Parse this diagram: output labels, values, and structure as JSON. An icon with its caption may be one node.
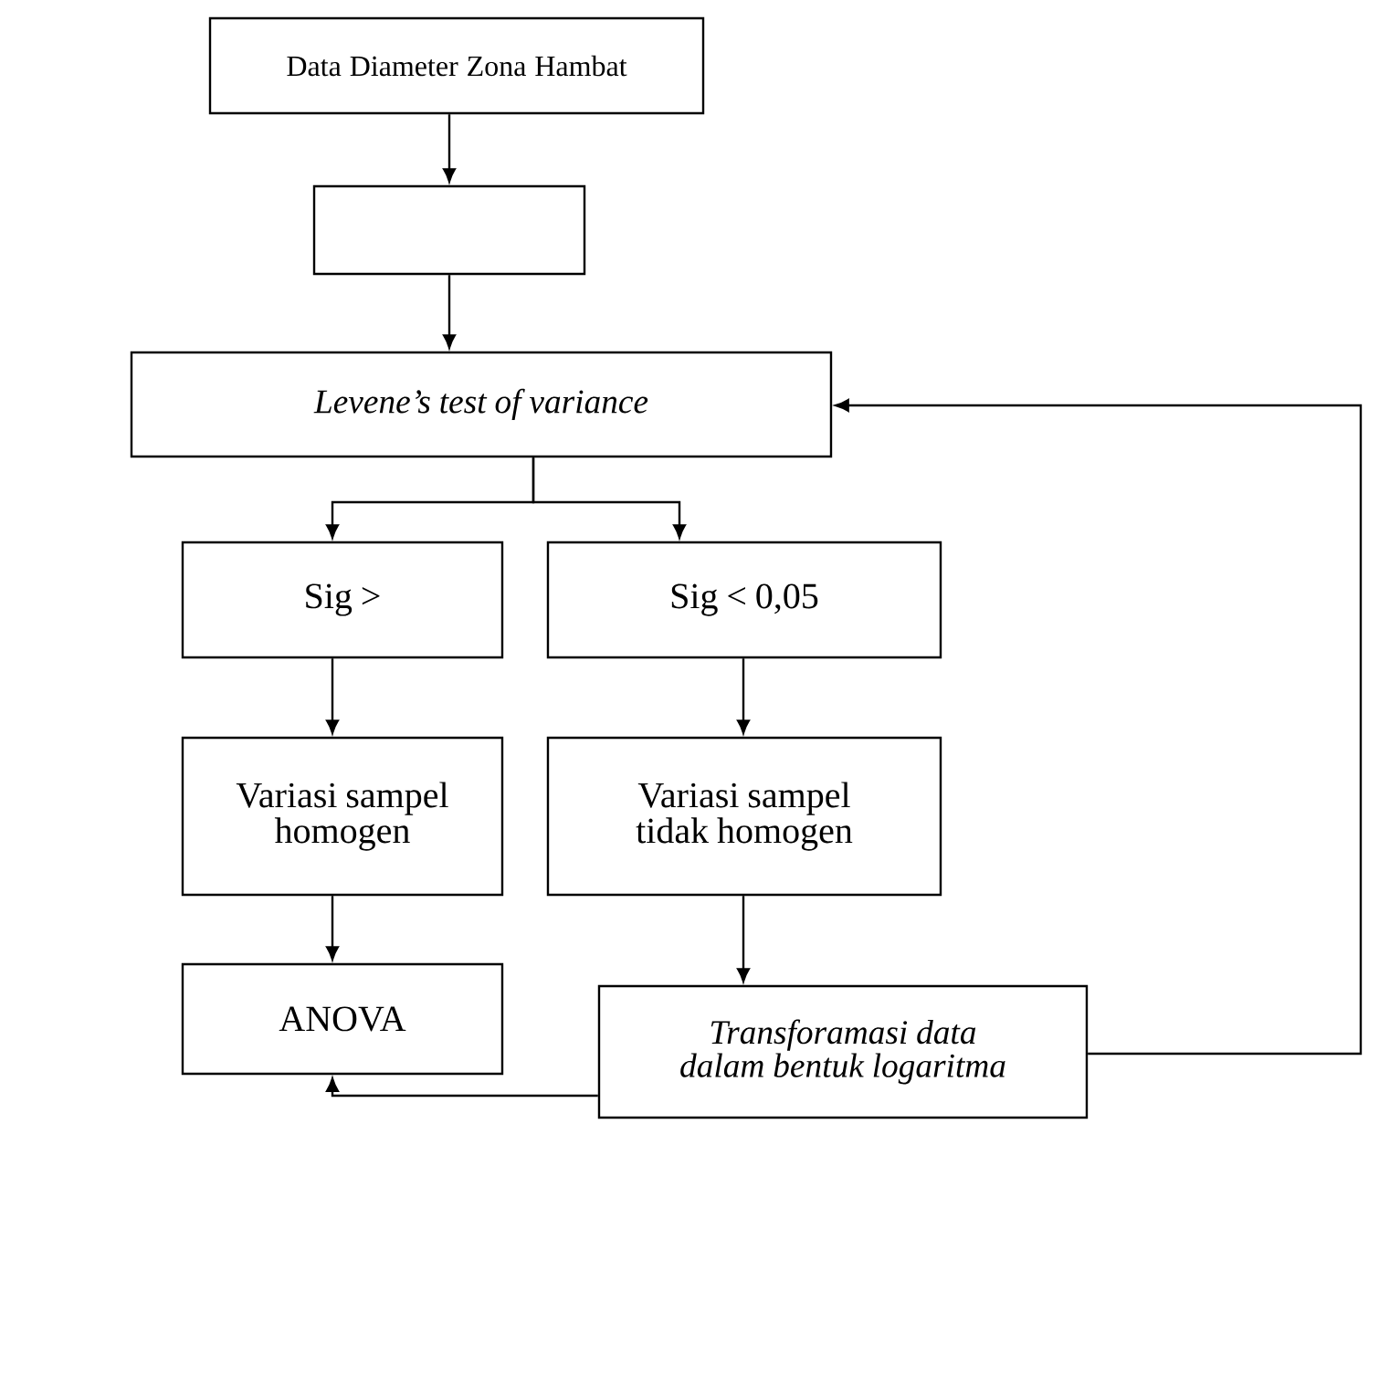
{
  "diagram": {
    "nodes": [
      {
        "text": [
          "Data Diameter Zona Hambat"
        ]
      },
      {
        "text": [],
        "shape": "box"
      },
      {
        "text": [
          "Levene’s test of variance"
        ]
      },
      {
        "text": [
          "Sig >"
        ]
      },
      {
        "text": [
          "Sig < 0,05"
        ]
      },
      {
        "text": [
          "Variasi sampel homogen"
        ]
      },
      {
        "text": [
          "Variasi sampel tidak homogen"
        ]
      },
      {
        "text": [
          "ANOVA"
        ]
      },
      {
        "text": [
          "Transforamasi data dalam bentuk logaritma"
        ]
      }
    ],
    "edges": [
      {
        "from": 0,
        "to": 1,
        "arrow": "to"
      },
      {
        "from": 1,
        "to": 2,
        "arrow": "to"
      },
      {
        "from": 2,
        "to": 3,
        "arrow": "to"
      },
      {
        "from": 2,
        "to": 4,
        "arrow": "to"
      },
      {
        "from": 3,
        "to": 5,
        "arrow": "to"
      },
      {
        "from": 4,
        "to": 6,
        "arrow": "to"
      },
      {
        "from": 5,
        "to": 7,
        "arrow": "to"
      },
      {
        "from": 6,
        "to": 8,
        "arrow": "to"
      },
      {
        "from": 8,
        "to": 7,
        "arrow": "to"
      },
      {
        "from": 8,
        "to": 2,
        "arrow": "to"
      }
    ]
  }
}
